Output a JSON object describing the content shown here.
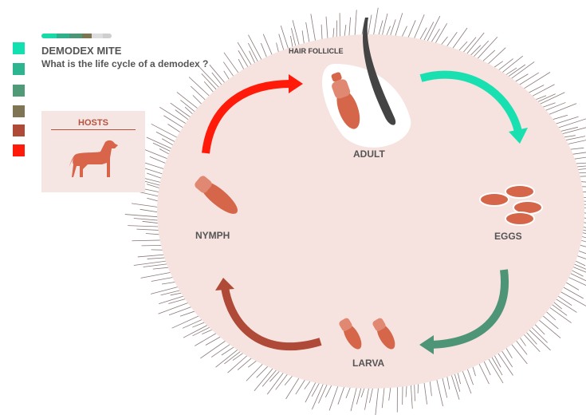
{
  "header": {
    "title": "DEMODEX MITE",
    "question": "What is the life cycle of a demodex ?"
  },
  "progress_colors": [
    "#19d9a8",
    "#2fb08b",
    "#4e9577",
    "#7d7552",
    "#dddddd",
    "#cfcfcf"
  ],
  "nav_swatches": [
    "#13e0b0",
    "#2db590",
    "#509a78",
    "#7f7555",
    "#b04a38",
    "#ff1a0a"
  ],
  "hosts": {
    "label": "HOSTS",
    "icon": "dog-icon"
  },
  "stages": {
    "hair_follicle": "HAIR FOLLICLE",
    "adult": "ADULT",
    "eggs": "EGGS",
    "larva": "LARVA",
    "nymph": "NYMPH"
  },
  "colors": {
    "skin": "#f6e2de",
    "mite": "#d5664a",
    "hair": "#444444",
    "arrow_adult_eggs": "#19e0b0",
    "arrow_eggs_larva": "#4e9577",
    "arrow_larva_nymph": "#b04a38",
    "arrow_nymph_adult": "#ff1a0a"
  }
}
